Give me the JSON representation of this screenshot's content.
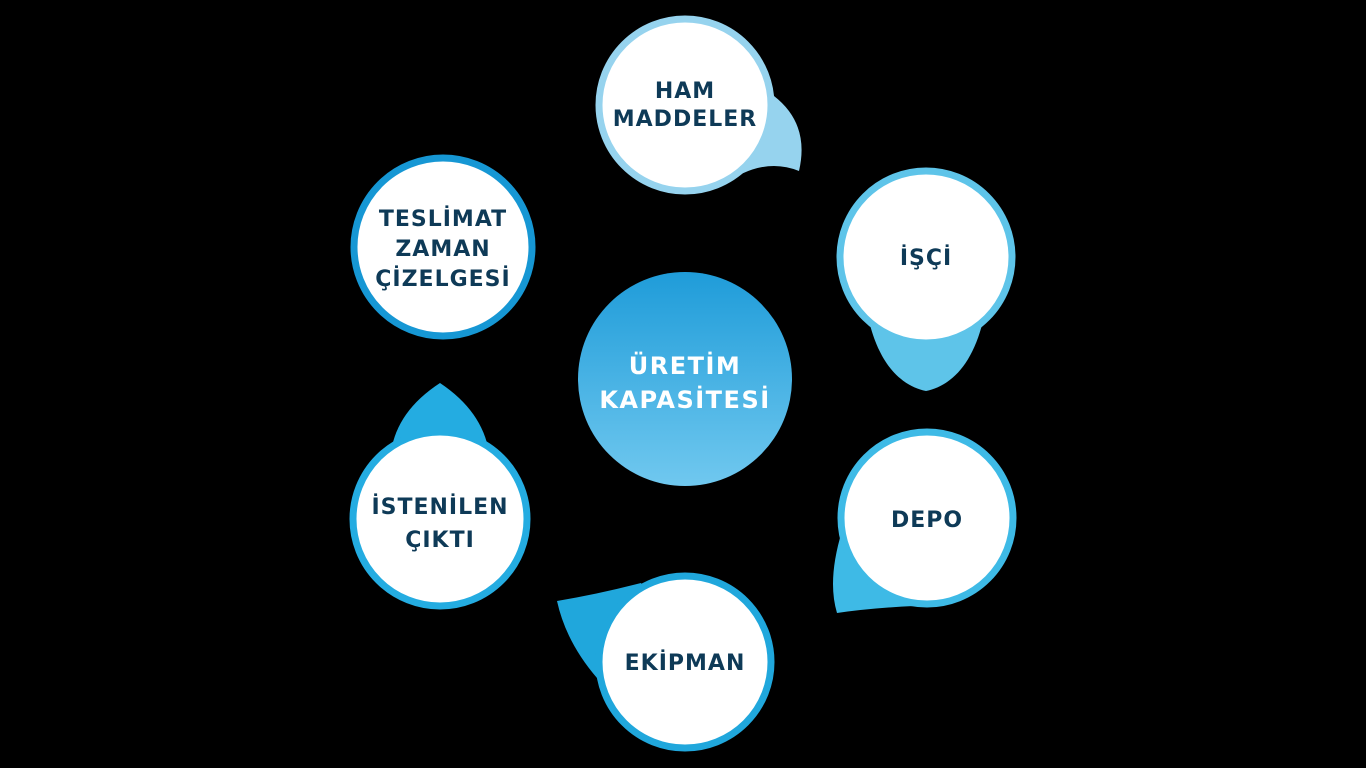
{
  "background_color": "#000000",
  "label_text_color": "#0e3a57",
  "center": {
    "label_lines": [
      "ÜRETİM",
      "KAPASİTESİ"
    ],
    "gradient_top": "#1f9cd9",
    "gradient_bottom": "#70c8ef",
    "text_color": "#ffffff"
  },
  "nodes": [
    {
      "id": "ham-maddeler",
      "label_lines": [
        "HAM",
        "MADDELER"
      ],
      "color": "#96d3ee",
      "tail_direction": "bottom-right"
    },
    {
      "id": "isci",
      "label_lines": [
        "İŞÇİ"
      ],
      "color": "#5ec4e9",
      "tail_direction": "down"
    },
    {
      "id": "depo",
      "label_lines": [
        "DEPO"
      ],
      "color": "#3ebae6",
      "tail_direction": "bottom-left"
    },
    {
      "id": "ekipman",
      "label_lines": [
        "EKİPMAN"
      ],
      "color": "#20a7dc",
      "tail_direction": "top-left"
    },
    {
      "id": "istenilen-cikti",
      "label_lines": [
        "İSTENİLEN",
        "ÇIKTI"
      ],
      "color": "#24ace1",
      "tail_direction": "up"
    },
    {
      "id": "teslimat-zaman",
      "label_lines": [
        "TESLİMAT",
        "ZAMAN",
        "ÇİZELGESİ"
      ],
      "color": "#1697d4",
      "tail_direction": "none"
    }
  ]
}
